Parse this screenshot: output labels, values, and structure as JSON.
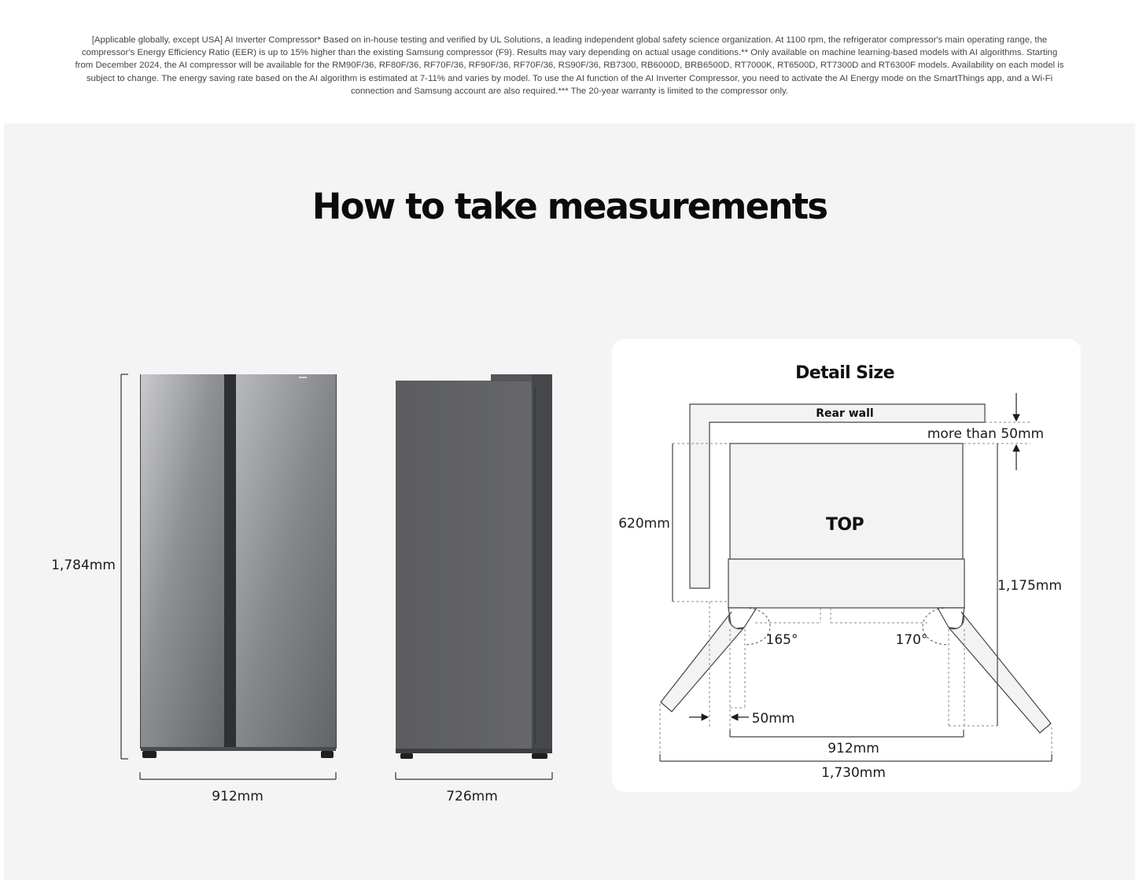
{
  "disclaimer": "[Applicable globally, except USA] AI Inverter Compressor* Based on in-house testing and verified by UL Solutions, a leading independent global safety science organization. At 1100 rpm, the refrigerator compressor's main operating range, the compressor's Energy Efficiency Ratio (EER) is up to 15% higher than the existing Samsung compressor (F9). Results may vary depending on actual usage conditions.** Only available on machine learning-based models with AI algorithms. Starting from December 2024, the AI compressor will be available for the RM90F/36, RF80F/36, RF70F/36, RF90F/36, RF70F/36, RS90F/36, RB7300, RB6000D, BRB6500D, RT7000K, RT6500D, RT7300D and RT6300F models. Availability on each model is subject to change. The energy saving rate based on the AI algorithm is estimated at 7-11% and varies by model. To use the AI function of the AI Inverter Compressor, you need to activate the AI Energy mode on the SmartThings app, and a Wi-Fi connection and Samsung account are also required.*** The 20-year warranty is limited to the compressor only.",
  "heading": "How to take measurements",
  "front_view": {
    "height_label": "1,784mm",
    "width_label": "912mm"
  },
  "side_view": {
    "depth_label": "726mm"
  },
  "detail": {
    "title": "Detail Size",
    "rear_wall_label": "Rear wall",
    "clearance_label": "more than 50mm",
    "top_label": "TOP",
    "depth_label": "620mm",
    "open_depth_label": "1,175mm",
    "left_angle": "165°",
    "right_angle": "170°",
    "side_gap_label": "50mm",
    "width_label": "912mm",
    "open_width_label": "1,730mm"
  },
  "colors": {
    "panel_bg": "#f4f4f4",
    "card_bg": "#ffffff",
    "fridge_dark": "#5d5f63",
    "fridge_light": "#c4c5c9"
  }
}
